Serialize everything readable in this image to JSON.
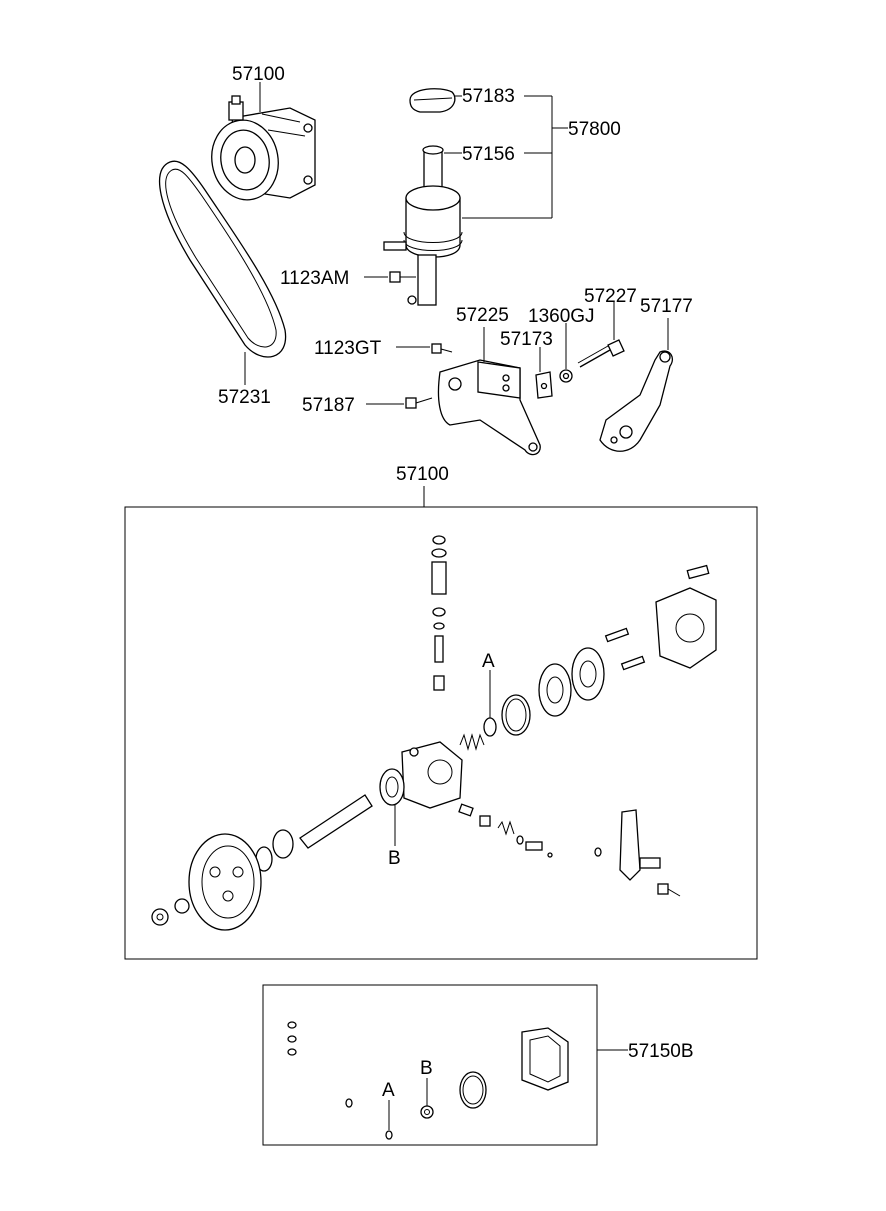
{
  "labels": {
    "pump_assy_top": "57100",
    "belt": "57231",
    "cap": "57183",
    "filter": "57156",
    "reservoir": "57800",
    "bolt_1123am": "1123AM",
    "bolt_1123gt": "1123GT",
    "bracket": "57225",
    "plate": "57173",
    "washer": "1360GJ",
    "bolt_57227": "57227",
    "arm": "57177",
    "bolt_57187": "57187",
    "pump_assy_box": "57100",
    "ref_a": "A",
    "ref_b": "B",
    "kit": "57150B",
    "kit_ref_a": "A",
    "kit_ref_b": "B"
  }
}
